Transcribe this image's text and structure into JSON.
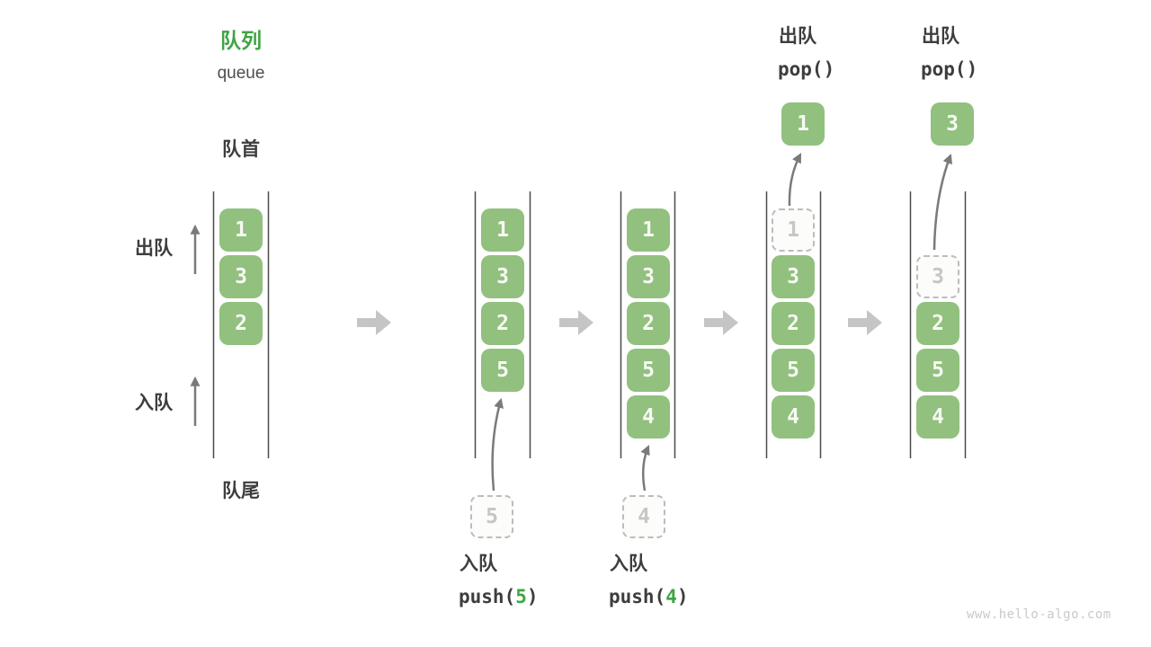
{
  "title": {
    "zh": "队列",
    "en": "queue"
  },
  "labels": {
    "front": "队首",
    "rear": "队尾",
    "dequeue": "出队",
    "enqueue": "入队"
  },
  "states": [
    {
      "name": "initial",
      "cells": [
        "1",
        "3",
        "2"
      ]
    },
    {
      "name": "after-push-5",
      "cells": [
        "1",
        "3",
        "2",
        "5"
      ],
      "incoming": "5"
    },
    {
      "name": "after-push-4",
      "cells": [
        "1",
        "3",
        "2",
        "5",
        "4"
      ],
      "incoming": "4"
    },
    {
      "name": "after-pop-1",
      "removed": "1",
      "cells": [
        "3",
        "2",
        "5",
        "4"
      ],
      "popped": "1"
    },
    {
      "name": "after-pop-3",
      "removed": "3",
      "cells": [
        "2",
        "5",
        "4"
      ],
      "popped": "3"
    }
  ],
  "operations": {
    "push5": {
      "action": "入队",
      "fn_open": "push(",
      "arg": "5",
      "fn_close": ")"
    },
    "push4": {
      "action": "入队",
      "fn_open": "push(",
      "arg": "4",
      "fn_close": ")"
    },
    "pop1": {
      "action": "出队",
      "fn": "pop()"
    },
    "pop2": {
      "action": "出队",
      "fn": "pop()"
    }
  },
  "watermark": "www.hello-algo.com",
  "colors": {
    "cell_green": "#92c07e",
    "accent_green": "#3fa443",
    "cell_text": "#f7faf5",
    "wall_gray": "#4a4a4a",
    "thin_arrow_gray": "#7a7a7a",
    "block_arrow_gray": "#c5c5c5",
    "dashed_border_gray": "#bcbcbc",
    "dashed_text_gray": "#c6c6c6",
    "text_dark": "#3d3d3d",
    "watermark_gray": "#c9c9c9"
  }
}
